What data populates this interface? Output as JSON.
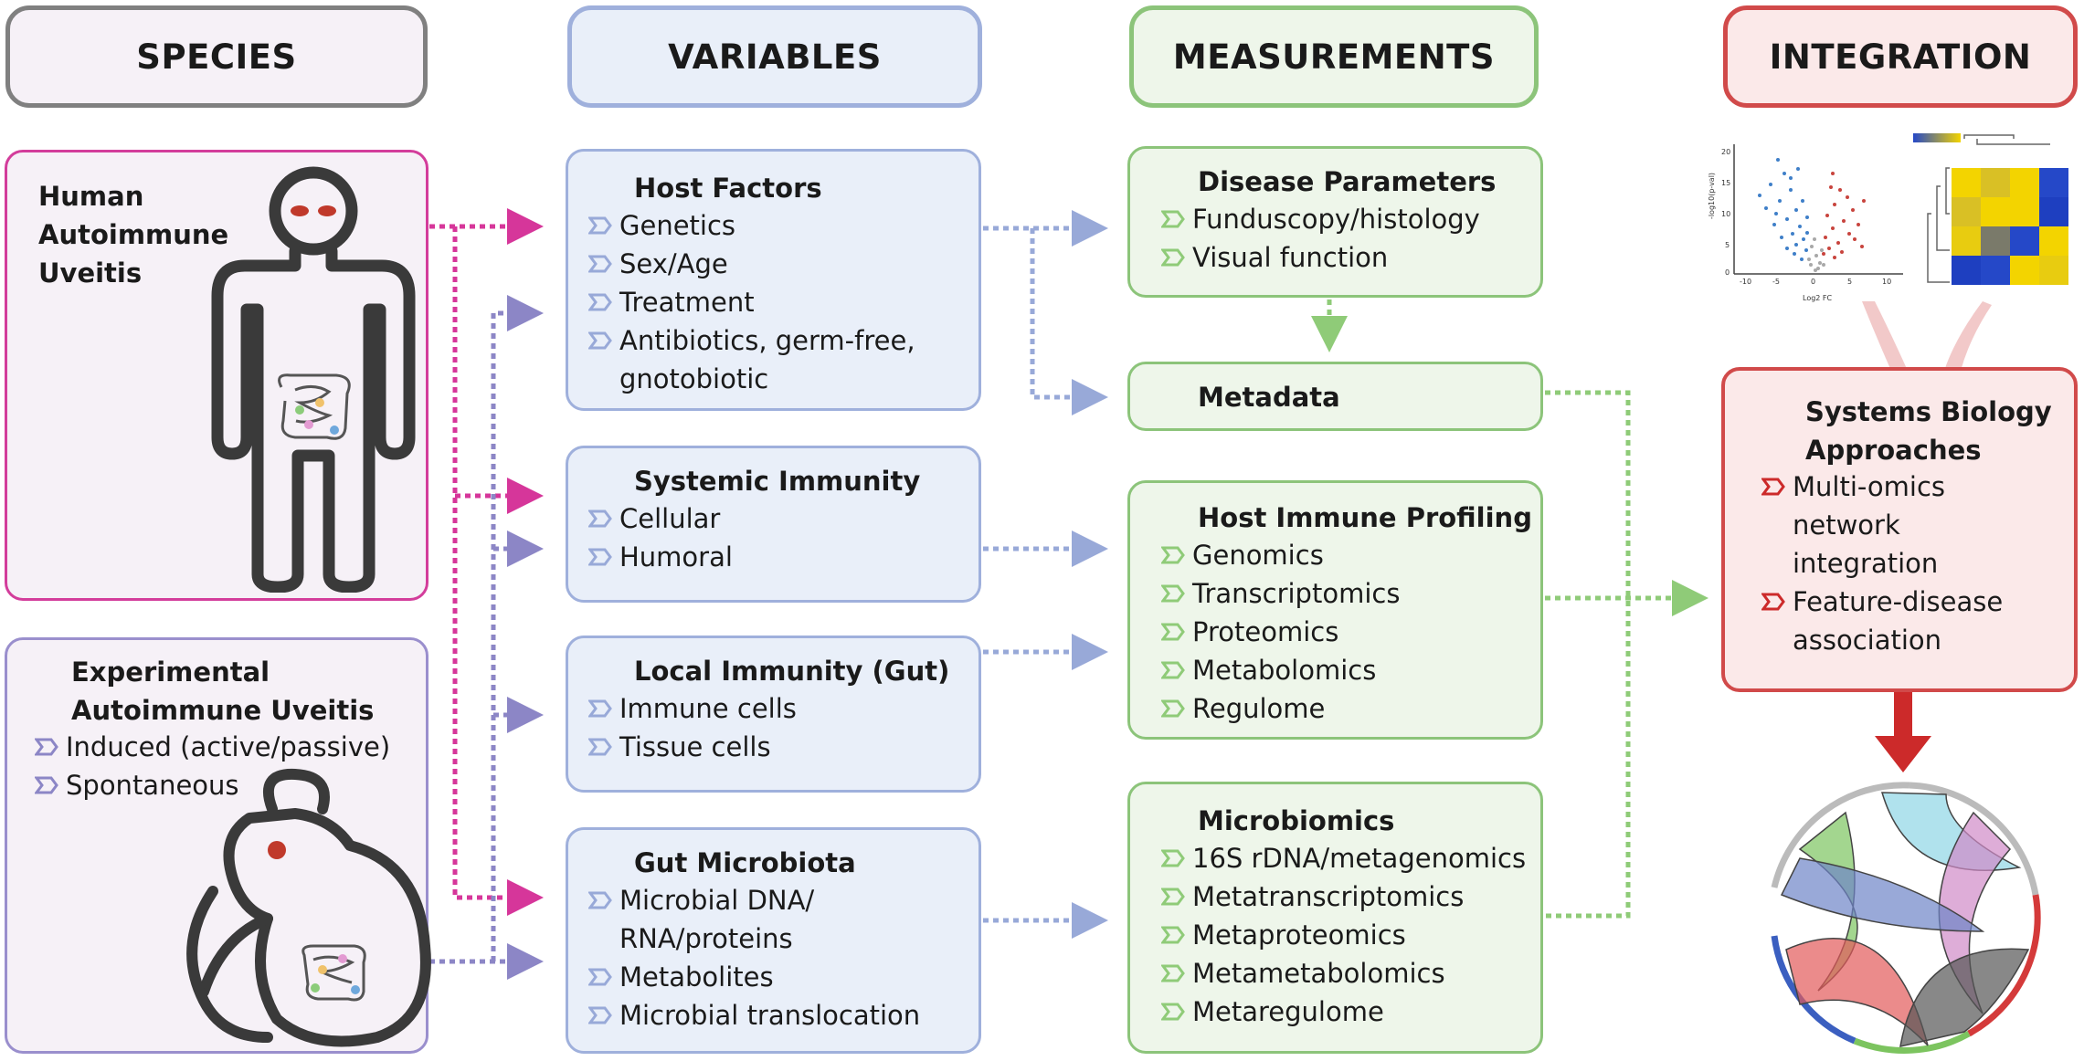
{
  "headers": {
    "species": "SPECIES",
    "variables": "VARIABLES",
    "measurements": "MEASUREMENTS",
    "integration": "INTEGRATION"
  },
  "colors": {
    "species_border": "#808080",
    "species_fill": "#f6f1f7",
    "variables_border": "#9fb0dc",
    "variables_fill": "#e9eff9",
    "measurements_border": "#8cc47a",
    "measurements_fill": "#eef6ea",
    "integration_border": "#d14a4a",
    "integration_fill": "#fbe9e9",
    "human_border": "#d33d9b",
    "eau_border": "#9a8fcd",
    "magenta_arrow": "#d6369a",
    "purple_arrow": "#8c86c6",
    "blue_arrow": "#98a9d8",
    "green_arrow": "#8fcb78",
    "red_arrow": "#cc2a2a"
  },
  "species": {
    "human": {
      "title": "Human\nAutoimmune\nUveitis"
    },
    "experimental": {
      "title": "Experimental\nAutoimmune Uveitis",
      "items": [
        "Induced (active/passive)",
        "Spontaneous"
      ]
    }
  },
  "variables": {
    "host_factors": {
      "title": "Host Factors",
      "items": [
        "Genetics",
        "Sex/Age",
        "Treatment",
        "Antibiotics, germ-free,\ngnotobiotic"
      ]
    },
    "systemic_immunity": {
      "title": "Systemic Immunity",
      "items": [
        "Cellular",
        "Humoral"
      ]
    },
    "local_immunity": {
      "title": "Local Immunity (Gut)",
      "items": [
        "Immune cells",
        "Tissue cells"
      ]
    },
    "gut_microbiota": {
      "title": "Gut Microbiota",
      "items": [
        "Microbial DNA/\nRNA/proteins",
        "Metabolites",
        "Microbial translocation"
      ]
    }
  },
  "measurements": {
    "disease_parameters": {
      "title": "Disease Parameters",
      "items": [
        "Funduscopy/histology",
        "Visual function"
      ]
    },
    "metadata": {
      "title": "Metadata"
    },
    "host_immune_profiling": {
      "title": "Host Immune Profiling",
      "items": [
        "Genomics",
        "Transcriptomics",
        "Proteomics",
        "Metabolomics",
        "Regulome"
      ]
    },
    "microbiomics": {
      "title": "Microbiomics",
      "items": [
        "16S rDNA/metagenomics",
        "Metatranscriptomics",
        "Metaproteomics",
        "Metametabolomics",
        "Metaregulome"
      ]
    }
  },
  "integration": {
    "systems_biology": {
      "title": "Systems Biology\nApproaches",
      "items": [
        "Multi-omics\nnetwork\nintegration",
        "Feature-disease\nassociation"
      ]
    },
    "volcano_plot": {
      "ylabel": "-log10(p-val)",
      "xlabel": "Log2 FC",
      "xticks": [
        "-10",
        "-5",
        "0",
        "5",
        "10"
      ],
      "yticks": [
        "20",
        "15",
        "10",
        "5",
        "0"
      ]
    },
    "icons": [
      "volcano-plot-icon",
      "heatmap-icon",
      "chord-diagram-icon",
      "human-figure-icon",
      "mouse-icon"
    ]
  }
}
